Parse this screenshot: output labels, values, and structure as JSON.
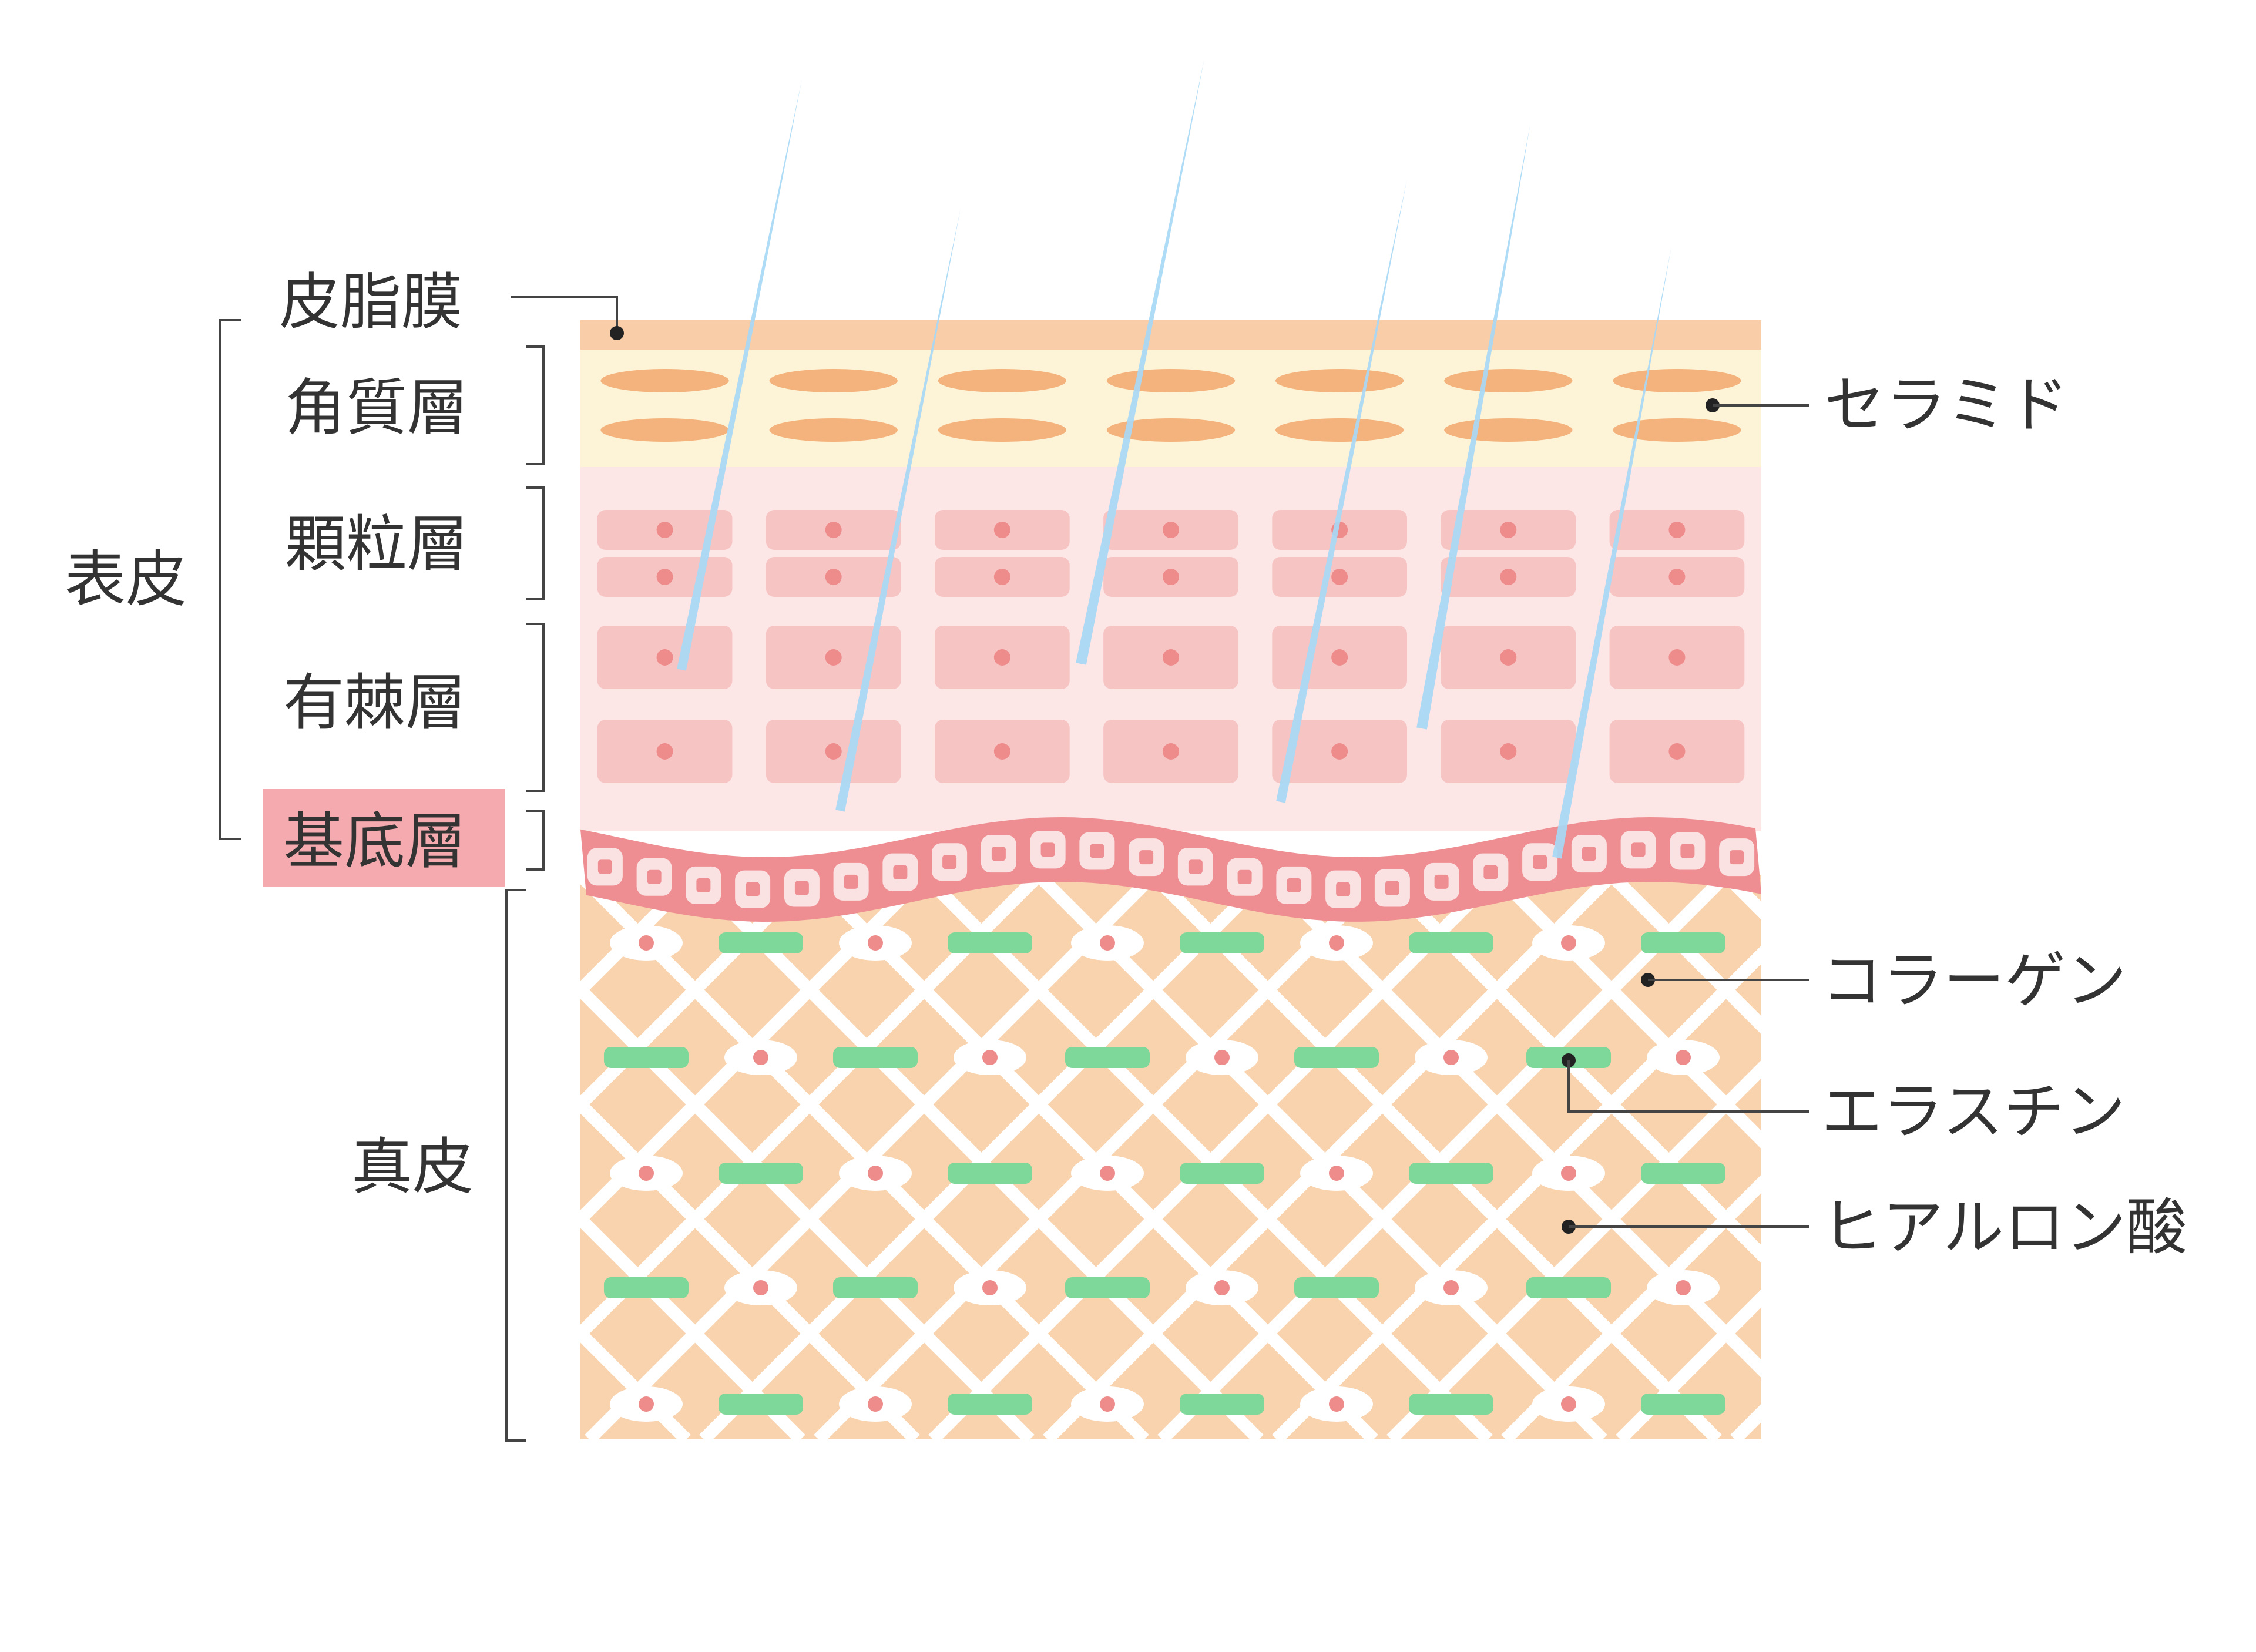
{
  "diagram": {
    "group_labels": {
      "epidermis": "表皮",
      "dermis": "真皮"
    },
    "layer_labels": {
      "sebum_film": "皮脂膜",
      "stratum_corneum": "角質層",
      "stratum_granulosum": "顆粒層",
      "stratum_spinosum": "有棘層",
      "stratum_basale": "基底層"
    },
    "component_labels": {
      "ceramide": "セラミド",
      "collagen": "コラーゲン",
      "elastin": "エラスチン",
      "hyaluronic_acid": "ヒアルロン酸"
    },
    "colors": {
      "sebum": "#F8CDA8",
      "corneum_bg": "#FDF3D6",
      "corneum_cell": "#F4B27C",
      "epidermis_bg": "#FCE6E6",
      "epidermis_cell": "#F7C4C4",
      "nucleus": "#EE8C8C",
      "basal": "#EE8E92",
      "dermis": "#F9D2AE",
      "elastin": "#7ED89A",
      "needle": "#A7D8F5",
      "highlight": "#F4AAAE",
      "line": "#444444"
    },
    "counts": {
      "corneum_cols": 7,
      "epidermis_cols": 7,
      "basal_cells": 24,
      "dermis_rows": 5
    }
  }
}
